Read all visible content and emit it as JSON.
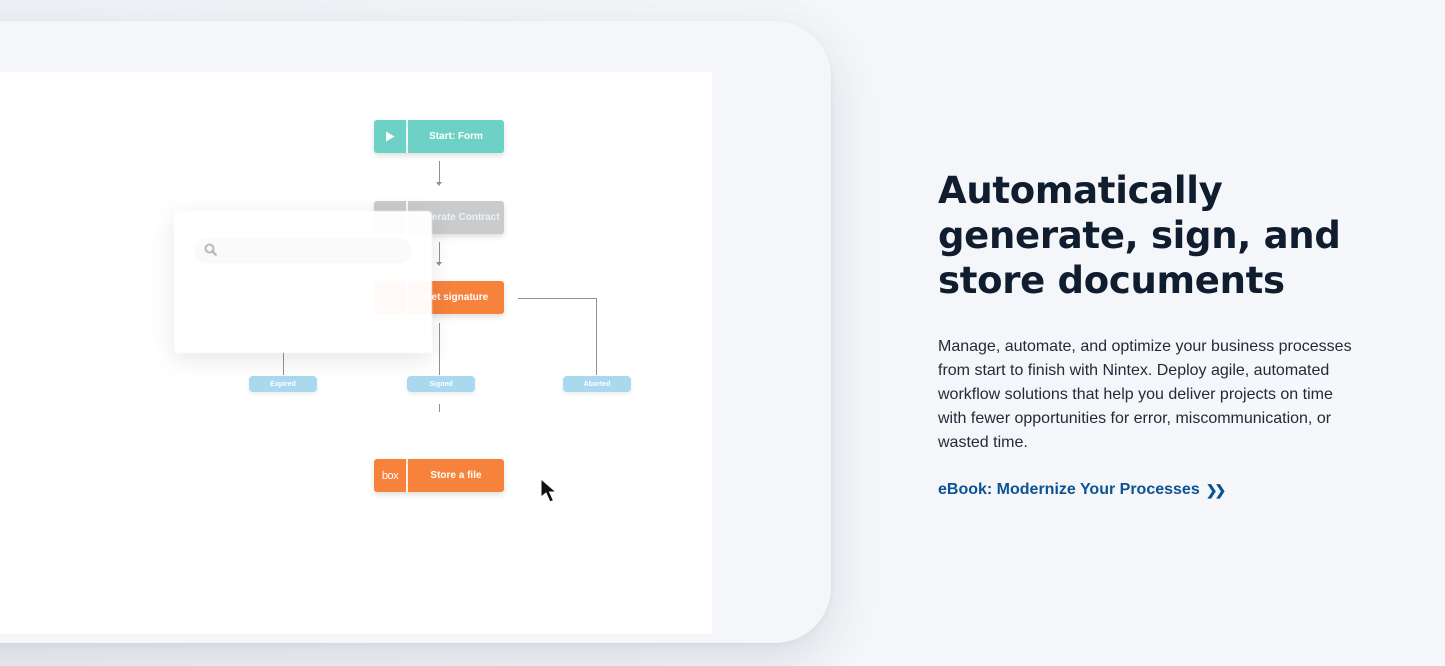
{
  "diagram": {
    "nodes": {
      "start": "Start: Form",
      "generate": "Generate Contract",
      "signature": "Get signature",
      "store": "Store a file"
    },
    "store_icon": "box",
    "outcomes": {
      "expired": "Expired",
      "signed": "Signed",
      "aborted": "Aborted"
    }
  },
  "content": {
    "heading": "Automatically generate, sign, and store documents",
    "body": "Manage, automate, and optimize your business processes from start to finish with Nintex. Deploy agile, automated workflow solutions that help you deliver projects on time with fewer opportunities for error, miscommunication, or wasted time.",
    "link_label": "eBook: Modernize Your Processes",
    "link_chevrons": "❯❯"
  },
  "colors": {
    "teal": "#6dd1c5",
    "orange": "#f7823c",
    "pill": "#a9d8ef",
    "heading": "#0f1d2e",
    "link": "#0b5394"
  }
}
